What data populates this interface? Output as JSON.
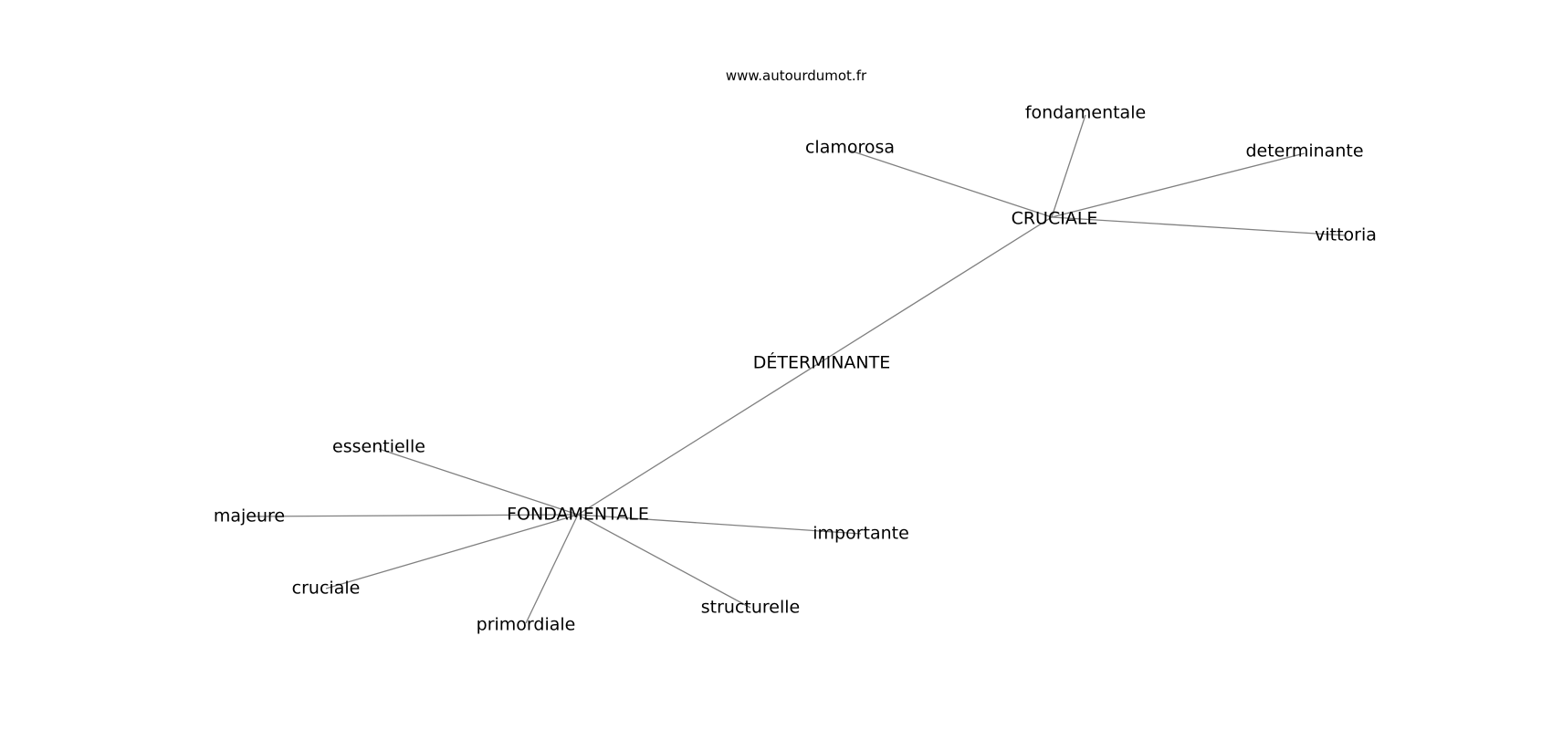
{
  "source": "www.autourdumot.fr",
  "nodes": [
    {
      "id": "determinante_root",
      "label": "DÉTERMINANTE",
      "role": "center"
    },
    {
      "id": "cruciale_hub",
      "label": "CRUCIALE",
      "role": "hub"
    },
    {
      "id": "fondamentale_hub",
      "label": "FONDAMENTALE",
      "role": "hub"
    },
    {
      "id": "clamorosa",
      "label": "clamorosa",
      "role": "leaf"
    },
    {
      "id": "fondamentale_leaf",
      "label": "fondamentale",
      "role": "leaf"
    },
    {
      "id": "determinante_leaf",
      "label": "determinante",
      "role": "leaf"
    },
    {
      "id": "vittoria",
      "label": "vittoria",
      "role": "leaf"
    },
    {
      "id": "essentielle",
      "label": "essentielle",
      "role": "leaf"
    },
    {
      "id": "majeure",
      "label": "majeure",
      "role": "leaf"
    },
    {
      "id": "cruciale_leaf",
      "label": "cruciale",
      "role": "leaf"
    },
    {
      "id": "primordiale",
      "label": "primordiale",
      "role": "leaf"
    },
    {
      "id": "structurelle",
      "label": "structurelle",
      "role": "leaf"
    },
    {
      "id": "importante",
      "label": "importante",
      "role": "leaf"
    }
  ],
  "edges": [
    [
      "fondamentale_hub",
      "cruciale_hub"
    ],
    [
      "cruciale_hub",
      "clamorosa"
    ],
    [
      "cruciale_hub",
      "fondamentale_leaf"
    ],
    [
      "cruciale_hub",
      "determinante_leaf"
    ],
    [
      "cruciale_hub",
      "vittoria"
    ],
    [
      "fondamentale_hub",
      "essentielle"
    ],
    [
      "fondamentale_hub",
      "majeure"
    ],
    [
      "fondamentale_hub",
      "cruciale_leaf"
    ],
    [
      "fondamentale_hub",
      "primordiale"
    ],
    [
      "fondamentale_hub",
      "structurelle"
    ],
    [
      "fondamentale_hub",
      "importante"
    ]
  ]
}
